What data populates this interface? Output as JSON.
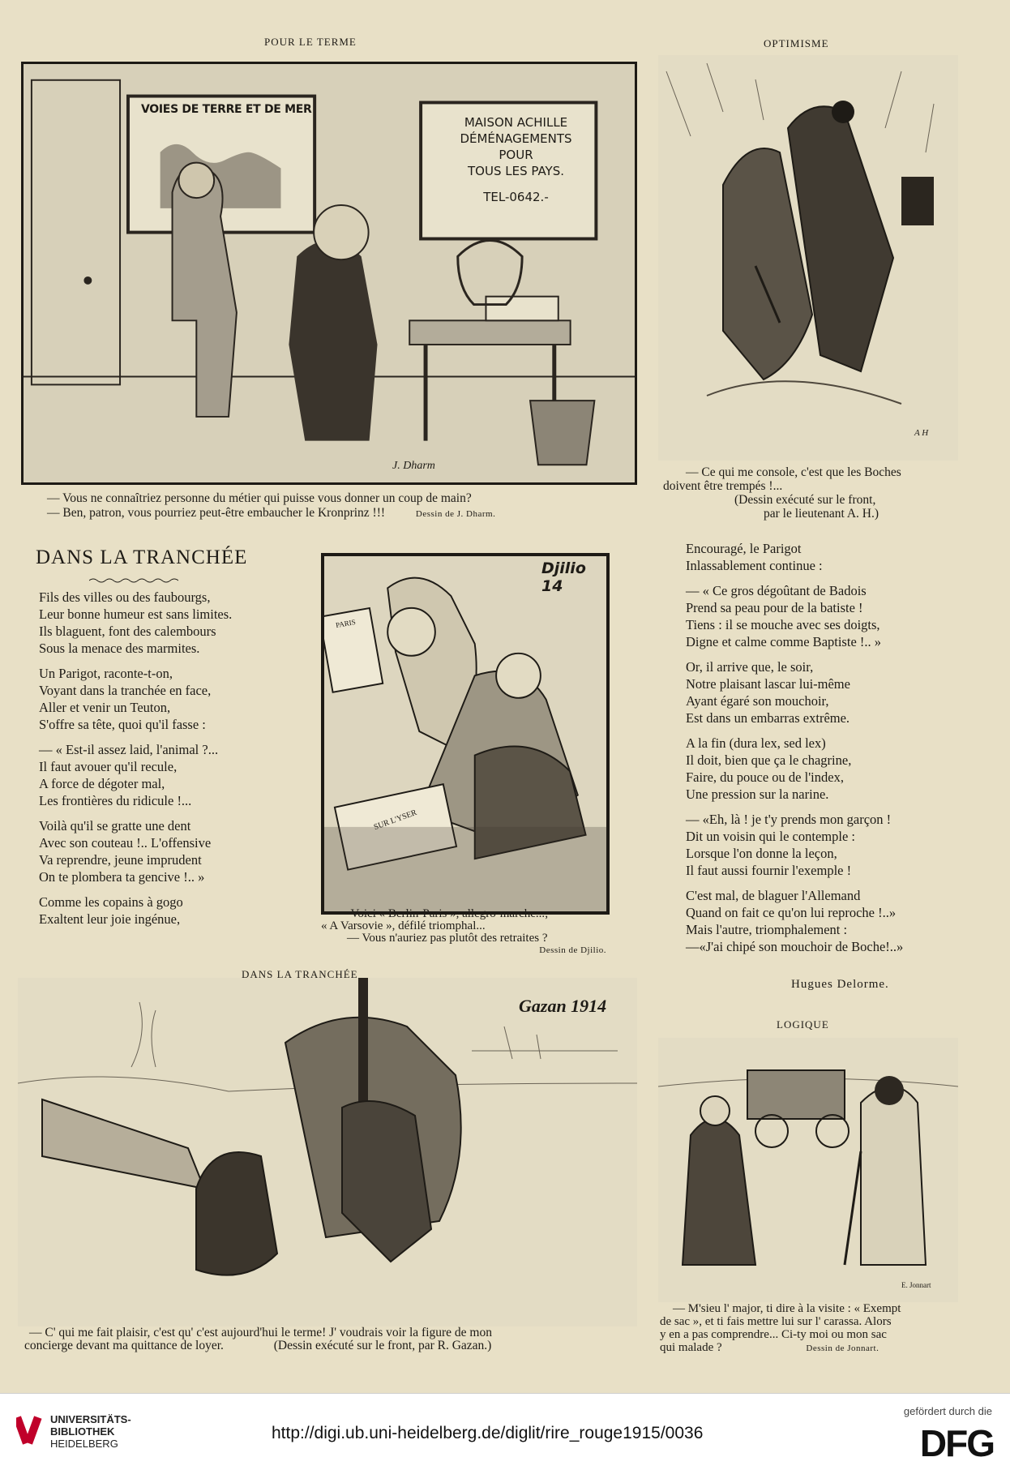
{
  "cartoons": {
    "terme": {
      "title": "POUR LE TERME",
      "sign_map": "VOIES DE TERRE ET DE MER",
      "sign_shop_1": "MAISON ACHILLE",
      "sign_shop_2": "DÉMÉNAGEMENTS",
      "sign_shop_3": "POUR",
      "sign_shop_4": "TOUS LES PAYS.",
      "sign_shop_5": "TEL-0642.-",
      "artist_sig": "J. Dharm",
      "legend_1": "— Vous ne connaîtriez personne du métier qui puisse vous donner un coup de main?",
      "legend_2": "— Ben, patron, vous pourriez peut-être embaucher le Kronprinz !!!",
      "credit": "Dessin de J. Dharm."
    },
    "optimisme": {
      "title": "OPTIMISME",
      "sig": "A H",
      "legend_1": "— Ce qui me console, c'est que les Boches",
      "legend_2": "doivent être trempés !...",
      "credit_1": "(Dessin exécuté sur le front,",
      "credit_2": "par le lieutenant A. H.)"
    },
    "djilio": {
      "sig": "Djilio 14",
      "sheet_label": "PARIS",
      "book_label": "SUR L'YSER",
      "legend_1": "— Voici « Berlin-Paris », allegro-marche...;",
      "legend_2": "« A Varsovie », défilé triomphal...",
      "legend_3": "— Vous n'auriez pas plutôt des retraites ?",
      "credit": "Dessin de Djilio."
    },
    "tranchee": {
      "title": "DANS LA TRANCHÉE",
      "sig": "Gazan 1914",
      "legend_1": "— C' qui me fait plaisir, c'est qu' c'est aujourd'hui le terme! J' voudrais voir la figure de mon",
      "legend_2": "concierge devant ma quittance de loyer.",
      "credit": "(Dessin exécuté sur le front, par R. Gazan.)"
    },
    "logique": {
      "title": "LOGIQUE",
      "sig": "E. Jonnart",
      "legend_1": "— M'sieu l' major, ti dire à la visite : « Exempt",
      "legend_2": "de sac », et ti fais mettre lui sur l' carassa. Alors",
      "legend_3": "y en a pas comprendre... Ci-ty moi ou mon sac",
      "legend_4": "qui malade ?",
      "credit": "Dessin de Jonnart."
    }
  },
  "poem": {
    "heading": "DANS LA TRANCHÉE",
    "left": [
      [
        "Fils des villes ou des faubourgs,",
        "Leur bonne humeur est sans limites.",
        "Ils blaguent, font des calembours",
        "Sous la menace des marmites."
      ],
      [
        "Un Parigot, raconte-t-on,",
        "Voyant dans la tranchée en face,",
        "Aller et venir un Teuton,",
        "S'offre sa tête, quoi qu'il fasse :"
      ],
      [
        "— « Est-il assez laid, l'animal ?...",
        "Il faut avouer qu'il recule,",
        "A force de dégoter mal,",
        "Les frontières du ridicule !..."
      ],
      [
        "Voilà qu'il se gratte une dent",
        "Avec son couteau !.. L'offensive",
        "Va reprendre, jeune imprudent",
        "On te plombera ta gencive !.. »"
      ],
      [
        "Comme les copains à gogo",
        "Exaltent leur joie ingénue,"
      ]
    ],
    "right": [
      [
        "Encouragé, le Parigot",
        "Inlassablement continue :"
      ],
      [
        "— « Ce gros dégoûtant de Badois",
        "Prend sa peau pour de la batiste !",
        "Tiens : il se mouche avec ses doigts,",
        "Digne et calme comme Baptiste !.. »"
      ],
      [
        "Or, il arrive que, le soir,",
        "Notre plaisant lascar lui-même",
        "Ayant égaré son mouchoir,",
        "Est dans un embarras extrême."
      ],
      [
        "A la fin (dura lex, sed lex)",
        "Il doit, bien que ça le chagrine,",
        "Faire, du pouce ou de l'index,",
        "Une pression sur la narine."
      ],
      [
        "— «Eh, là ! je t'y prends mon garçon !",
        "Dit un voisin qui le contemple :",
        "Lorsque l'on donne la leçon,",
        "Il faut aussi fournir l'exemple !"
      ],
      [
        "C'est mal, de blaguer l'Allemand",
        "Quand on fait ce qu'on lui reproche !..»",
        "Mais l'autre, triomphalement :",
        "—«J'ai chipé son mouchoir de Boche!..»"
      ]
    ],
    "author": "Hugues Delorme."
  },
  "footer": {
    "library_1": "UNIVERSITÄTS-",
    "library_2": "BIBLIOTHEK",
    "library_3": "HEIDELBERG",
    "url": "http://digi.ub.uni-heidelberg.de/diglit/rire_rouge1915/0036",
    "funded_by": "gefördert durch die",
    "funder": "DFG"
  }
}
